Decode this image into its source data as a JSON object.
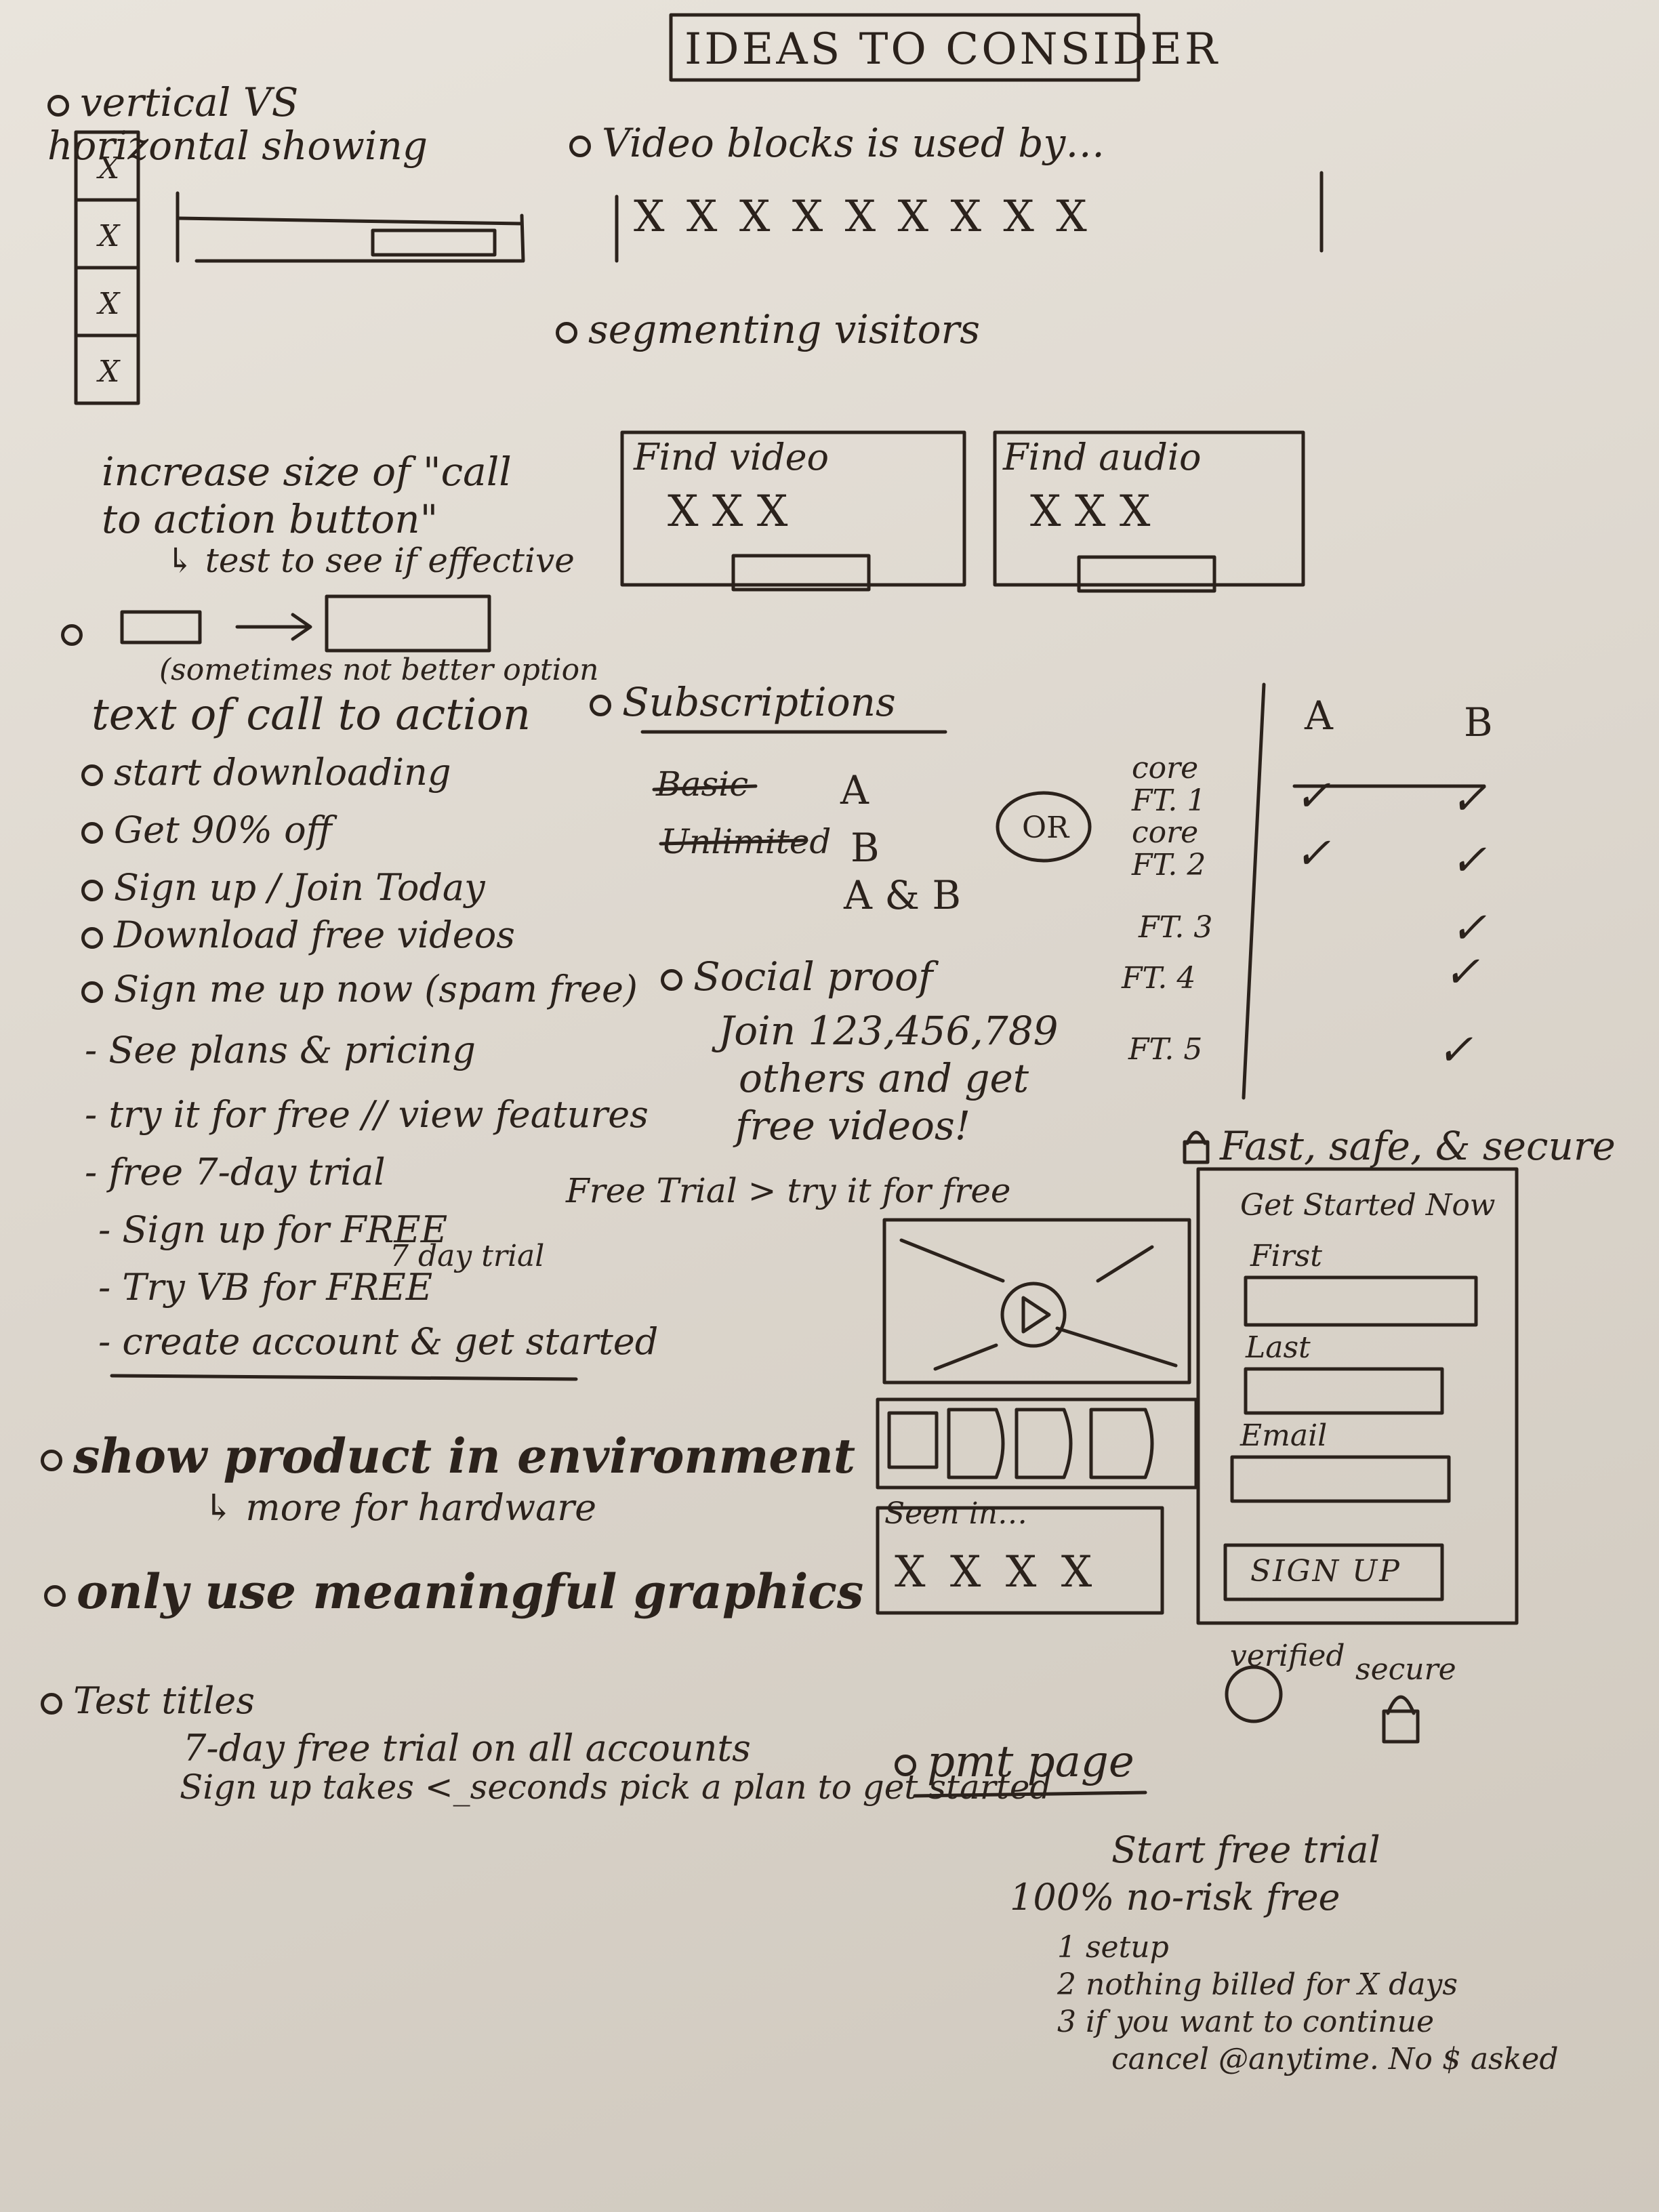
{
  "title": "IDEAS TO CONSIDER",
  "vertical_horizontal": {
    "heading": "vertical VS horizontal showing",
    "cell_mark": "X"
  },
  "video_blocks": {
    "heading": "Video blocks is used by…",
    "marks": "X  X  X  X  X  X X X X"
  },
  "segmenting": {
    "heading": "segmenting visitors"
  },
  "segment_cards": [
    {
      "label": "Find video",
      "marks": "X  X  X"
    },
    {
      "label": "Find audio",
      "marks": "X X  X"
    }
  ],
  "cta_size": {
    "line1": "increase size of \"call",
    "line2": "to action button\"",
    "line3": "↳ test to see if effective",
    "note": "(sometimes not better option"
  },
  "cta_text": {
    "heading": "text of call to action",
    "items": [
      "start downloading",
      "Get 90% off",
      "Sign up / Join Today",
      "Download free videos",
      "Sign me up now (spam free)",
      "See plans & pricing",
      "try it for free // view features",
      "free 7-day trial",
      "Sign up for FREE",
      "Try VB for FREE",
      "create account & get started"
    ],
    "trial_note": "7 day trial"
  },
  "subscriptions": {
    "heading": "Subscriptions",
    "struck": [
      "Basic",
      "Unlimited"
    ],
    "options": [
      "A",
      "B",
      "A & B"
    ],
    "or_label": "OR",
    "columns": [
      "A",
      "B"
    ],
    "features": [
      {
        "label": "core FT. 1",
        "a": "✓",
        "b": "✓"
      },
      {
        "label": "core FT. 2",
        "a": "✓",
        "b": "✓"
      },
      {
        "label": "FT. 3",
        "a": "",
        "b": "✓"
      },
      {
        "label": "FT. 4",
        "a": "",
        "b": "✓"
      },
      {
        "label": "FT. 5",
        "a": "",
        "b": "✓"
      }
    ]
  },
  "social_proof": {
    "heading": "Social proof",
    "line1": "Join 123,456,789",
    "line2": "others and get",
    "line3": "free videos!"
  },
  "free_trial_note": "Free Trial > try it for free",
  "security": {
    "heading": "Fast, safe, & secure"
  },
  "signup_form": {
    "title": "Get Started Now",
    "first_label": "First",
    "last_label": "Last",
    "email_label": "Email",
    "button": "SIGN UP",
    "verified": "verified",
    "secure": "secure"
  },
  "seen_in": {
    "label": "Seen in…",
    "marks": "X  X  X  X"
  },
  "show_product": {
    "heading": "show product in environment",
    "sub": "↳ more for hardware"
  },
  "graphics": {
    "heading": "only use meaningful graphics"
  },
  "test_titles": {
    "heading": "Test titles",
    "line1": "7-day free trial on all accounts",
    "line2": "Sign up takes <_seconds pick a plan to get started"
  },
  "pmt_page": {
    "heading": "pmt page",
    "line1": "Start free trial",
    "line2": "100% no-risk free",
    "steps": [
      "1 setup",
      "2 nothing billed for X days",
      "3 if you want to continue",
      "cancel @anytime. No $ asked"
    ]
  }
}
